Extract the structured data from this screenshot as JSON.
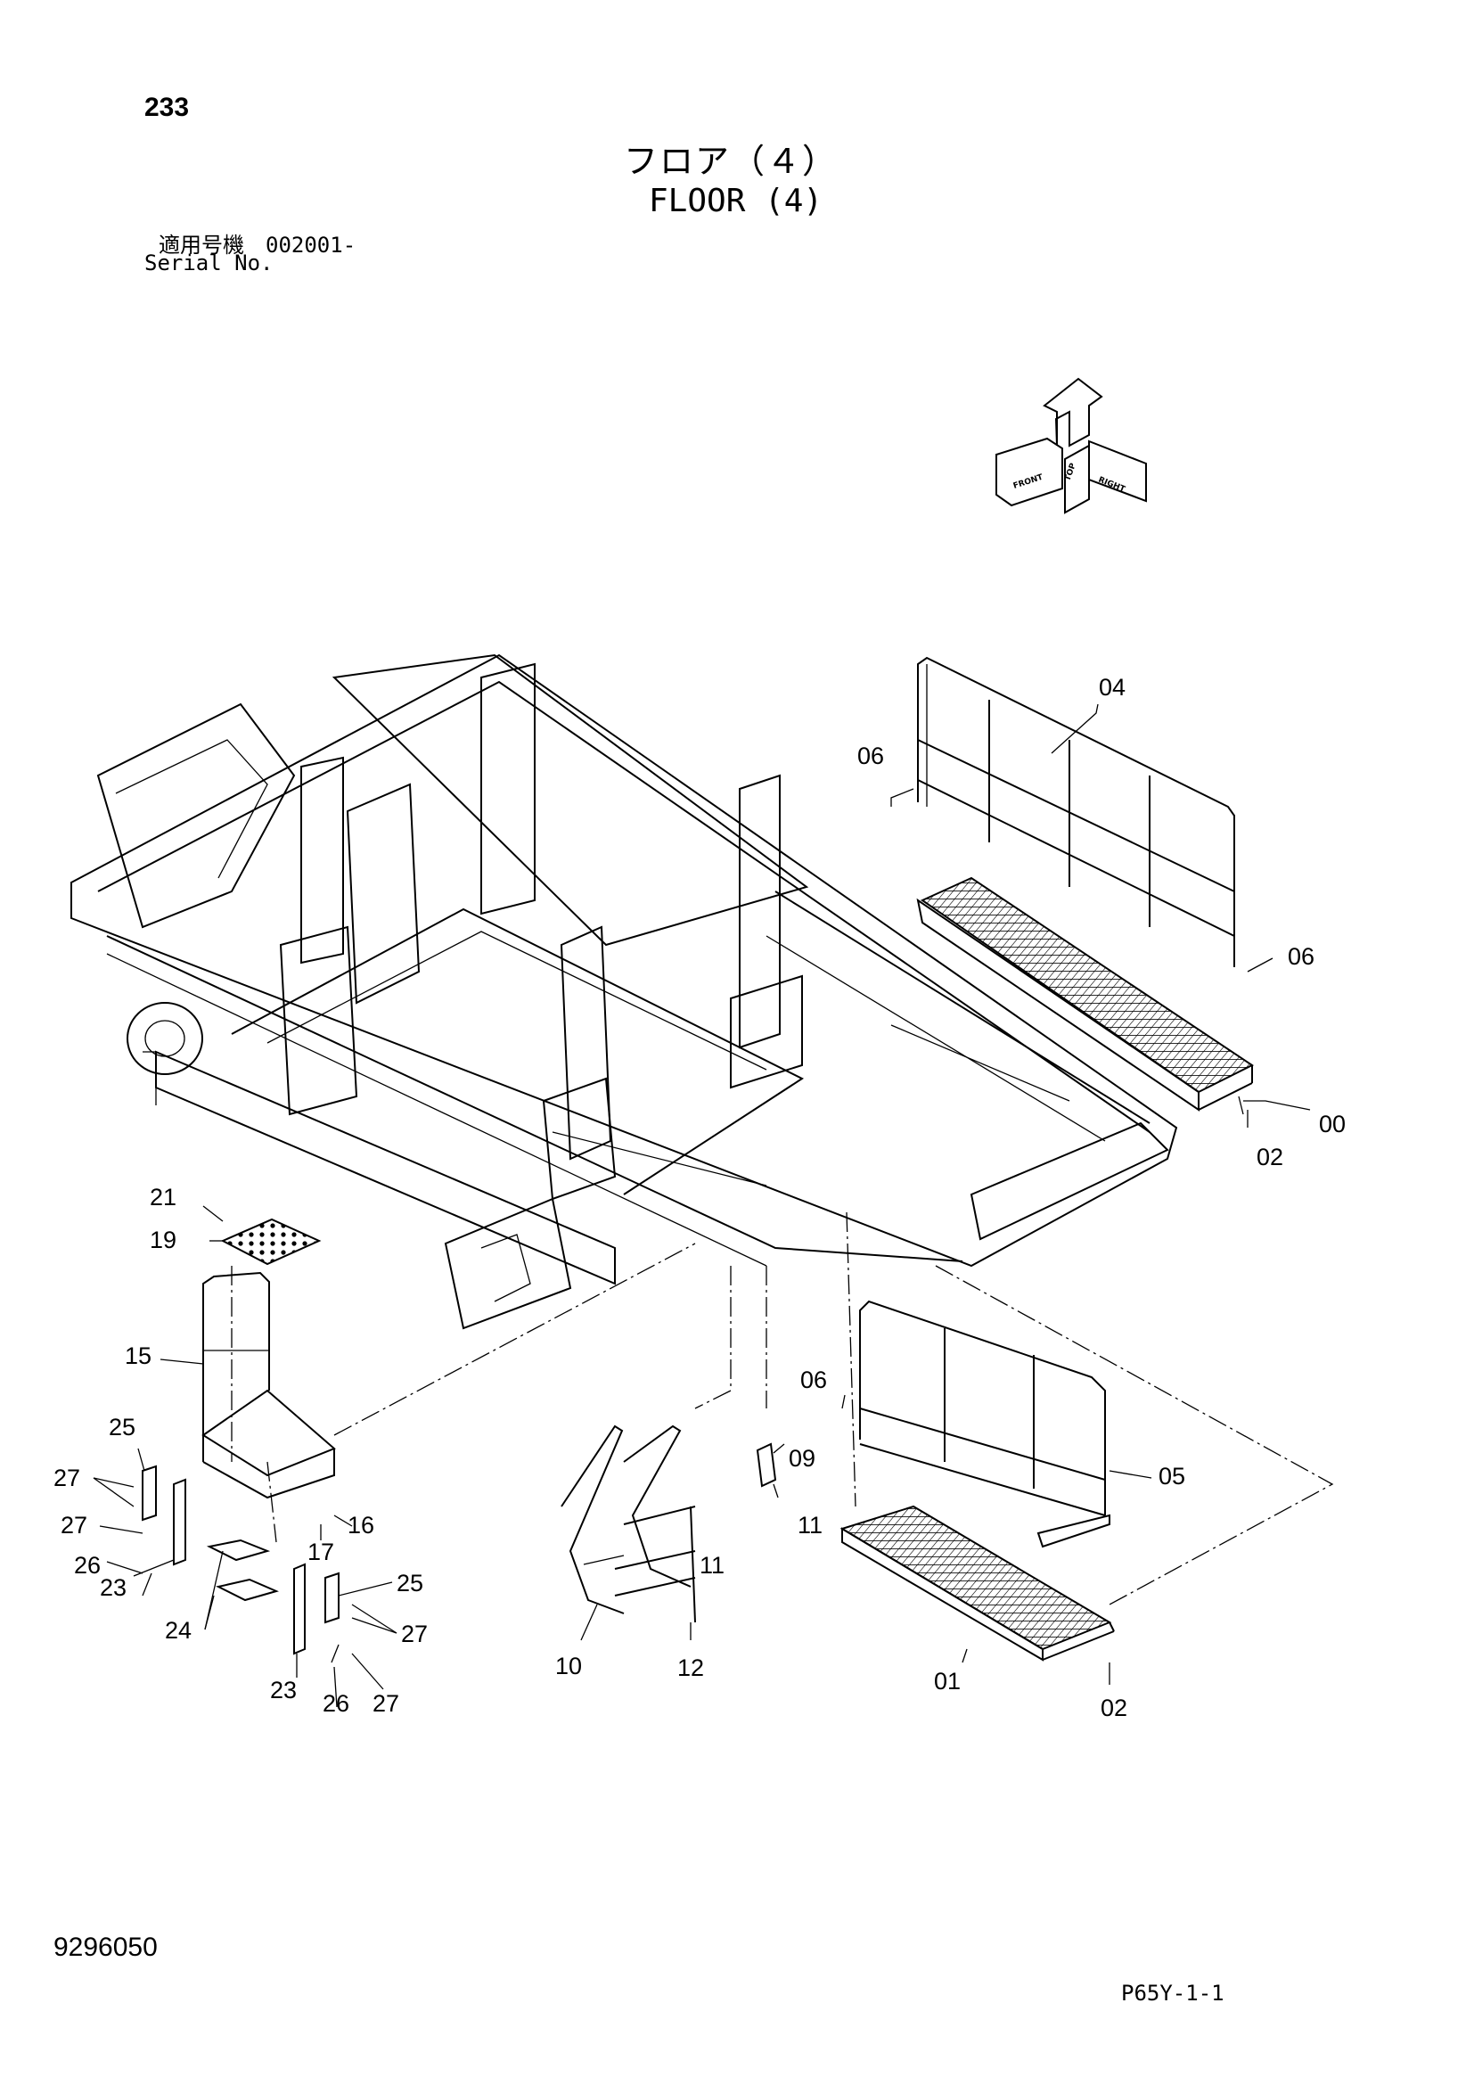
{
  "header": {
    "page_number": "233",
    "title_jp": "フロア（４）",
    "title_en": "FLOOR (4)",
    "serial_label_jp": "適用号機　002001-",
    "serial_label_en": "Serial No."
  },
  "footer": {
    "document_number": "9296050",
    "reference": "P65Y-1-1"
  },
  "compass": {
    "labels": [
      "FRONT",
      "TOP",
      "RIGHT"
    ]
  },
  "callouts": [
    "00",
    "01",
    "02",
    "02",
    "04",
    "05",
    "06",
    "06",
    "06",
    "09",
    "10",
    "11",
    "11",
    "12",
    "15",
    "16",
    "17",
    "19",
    "21",
    "23",
    "23",
    "24",
    "25",
    "25",
    "26",
    "26",
    "27",
    "27",
    "27",
    "27"
  ]
}
